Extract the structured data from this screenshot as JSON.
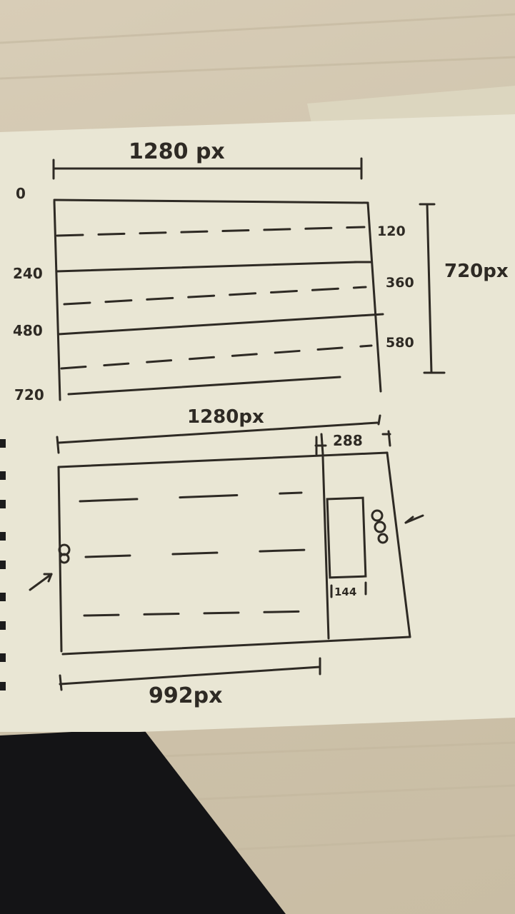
{
  "colors": {
    "paper": "#e9e6d4",
    "ink": "#2e2a24",
    "table": "#d3c8b1",
    "dark_corner": "#141416"
  },
  "top_sketch": {
    "width_label": "1280 px",
    "height_label": "720px",
    "left_ticks": [
      "0",
      "240",
      "480",
      "720"
    ],
    "right_ticks": [
      "120",
      "360",
      "580"
    ]
  },
  "bottom_sketch": {
    "width_label": "1280px",
    "panel_width_label": "288",
    "main_width_label": "992px",
    "panel_item_label": "144"
  }
}
